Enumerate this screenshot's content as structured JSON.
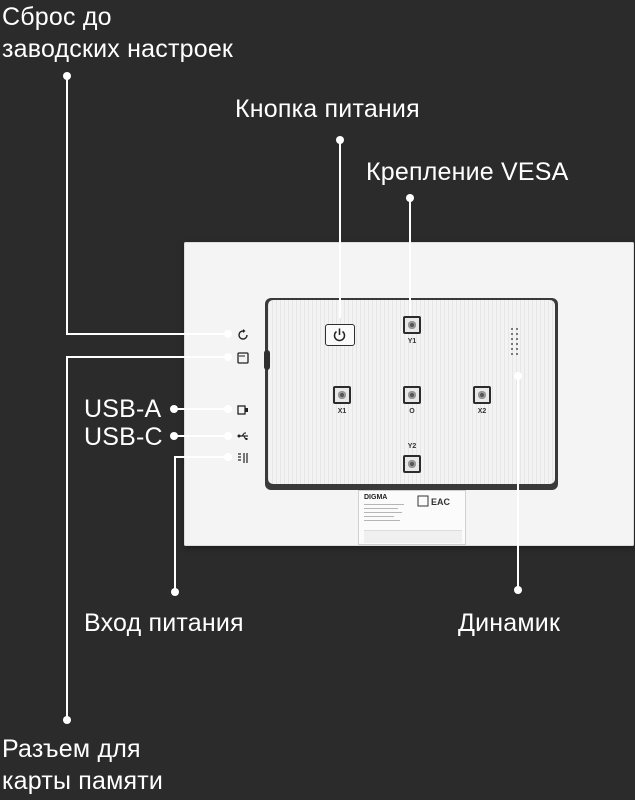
{
  "labels": {
    "factory_reset_line1": "Сброс до",
    "factory_reset_line2": "заводских настроек",
    "power_button": "Кнопка питания",
    "vesa_mount": "Крепление VESA",
    "usb_a": "USB-A",
    "usb_c": "USB-C",
    "power_input": "Вход питания",
    "speaker": "Динамик",
    "card_slot_line1": "Разъем для",
    "card_slot_line2": "карты памяти"
  },
  "device": {
    "vesa_labels": {
      "y1": "Y1",
      "x1": "X1",
      "center": "O",
      "x2": "X2",
      "y2": "Y2"
    },
    "sticker_brand": "DIGMA"
  },
  "colors": {
    "background": "#2b2b2b",
    "text": "#ffffff",
    "device_body": "#f4f4f4"
  },
  "icons": {
    "reset": "reset-icon",
    "card": "card-slot-icon",
    "usb_a": "usb-a-icon",
    "usb_c": "usb-c-icon",
    "power": "power-input-icon",
    "power_button": "power-symbol-icon"
  }
}
